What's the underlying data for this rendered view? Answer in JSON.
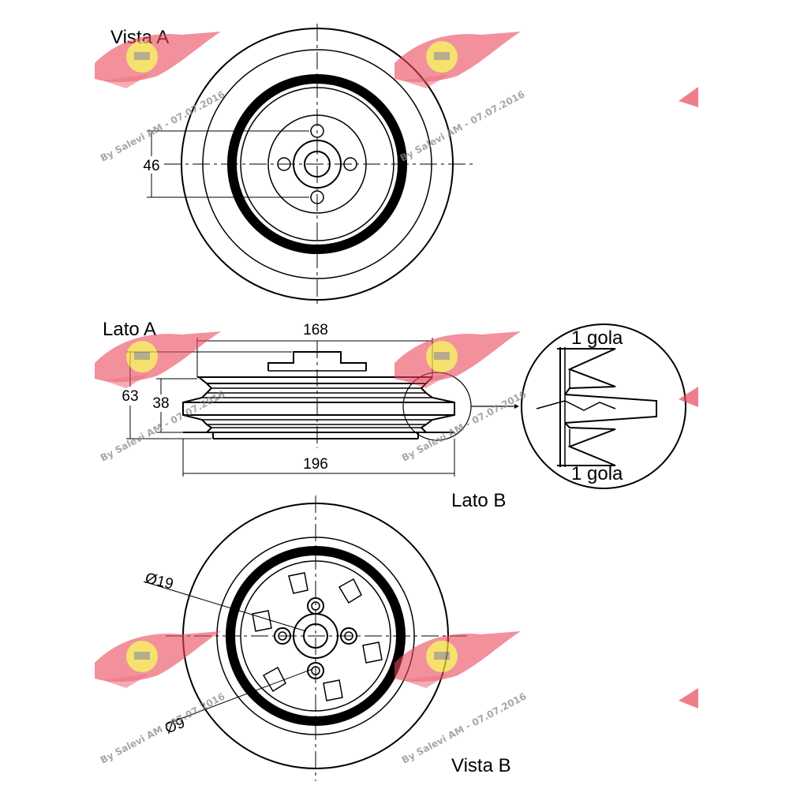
{
  "views": {
    "vista_a": "Vista A",
    "lato_a": "Lato A",
    "lato_b": "Lato B",
    "vista_b": "Vista B"
  },
  "dimensions": {
    "bolt_spacing": "46",
    "top_width": "168",
    "height_total": "63",
    "height_grooves": "38",
    "outer_width": "196",
    "hole_large": "Ø19",
    "hole_small": "Ø9"
  },
  "detail": {
    "groove_top": "1 gola",
    "groove_bottom": "1 gola"
  },
  "watermark": {
    "text": "By Salevi AM - 07.07.2016",
    "colors": {
      "wing": "#e8475a",
      "badge": "#f5e33a"
    }
  }
}
